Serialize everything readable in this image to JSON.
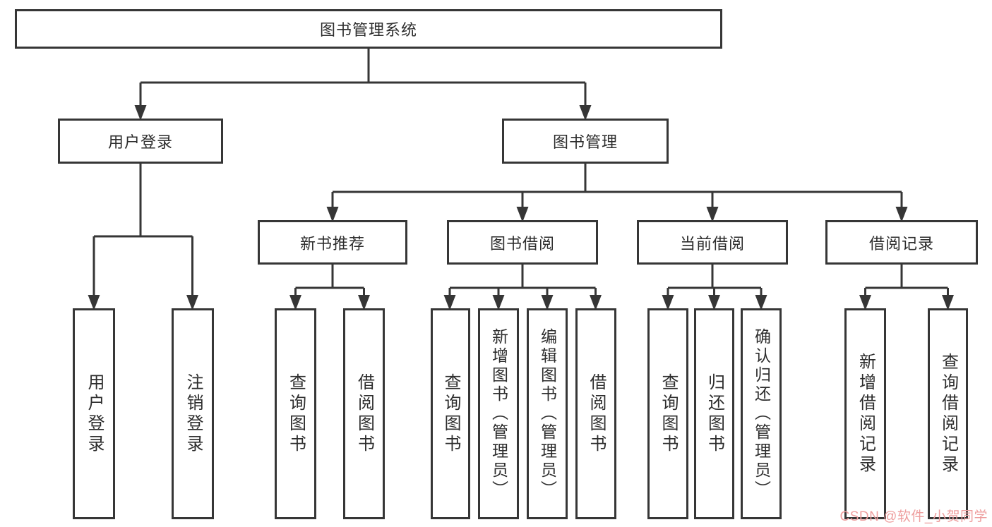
{
  "nodes": {
    "root": "图书管理系统",
    "user_login": "用户登录",
    "book_mgmt": "图书管理",
    "new_book_rec": "新书推荐",
    "book_borrow": "图书借阅",
    "current_borrow": "当前借阅",
    "borrow_record": "借阅记录",
    "leaf_user_login": "用户登录",
    "leaf_logout": "注销登录",
    "leaf_nbr_query": "查询图书",
    "leaf_nbr_borrow": "借阅图书",
    "leaf_bb_query": "查询图书",
    "leaf_bb_add": "新增图书（管理员）",
    "leaf_bb_edit": "编辑图书（管理员）",
    "leaf_bb_borrow": "借阅图书",
    "leaf_cb_query": "查询图书",
    "leaf_cb_return": "归还图书",
    "leaf_cb_confirm": "确认归还（管理员）",
    "leaf_br_add": "新增借阅记录",
    "leaf_br_query": "查询借阅记录"
  },
  "watermark": {
    "text": "CSDN @软件_小贺同学",
    "color": "#ee9e9e"
  },
  "colors": {
    "line": "#363636",
    "box_border": "#363636",
    "box_bg": "#ffffff",
    "text": "#2d2d2d"
  }
}
